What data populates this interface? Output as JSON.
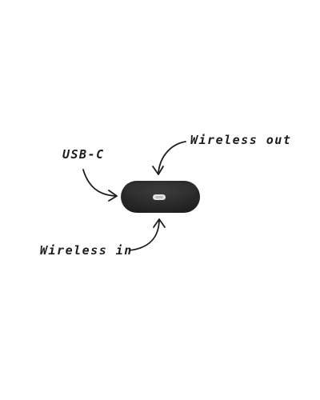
{
  "labels": {
    "usb_c": "USB-C",
    "wireless_out": "Wireless out",
    "wireless_in": "Wireless in"
  },
  "icons": {
    "device": "charging-case-icon",
    "port": "usb-c-port-icon",
    "arrows": [
      "arrow-usb-c-icon",
      "arrow-wireless-out-icon",
      "arrow-wireless-in-icon"
    ]
  },
  "colors": {
    "background": "#ffffff",
    "device_body": "#2a2a2a",
    "device_highlight": "#3a3a3a",
    "port": "#e6e6e6",
    "ink": "#1c1c1c"
  }
}
